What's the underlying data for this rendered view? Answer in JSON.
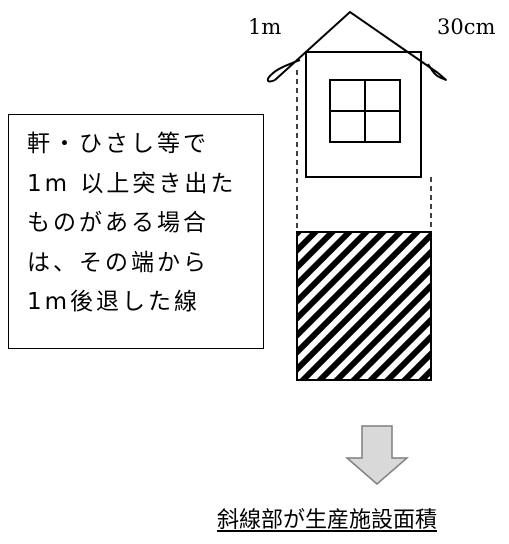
{
  "labels": {
    "left_eave": "1m",
    "right_eave": "30cm"
  },
  "note": {
    "lines": [
      "軒・ひさし等で",
      "1m 以上突き出た",
      "ものがある場合",
      "は、その端から",
      "1m後退した線"
    ]
  },
  "caption": "斜線部が生産施設面積",
  "colors": {
    "stroke": "#000000",
    "arrow_fill": "#d9d9d9",
    "arrow_stroke": "#7f7f7f",
    "background": "#ffffff"
  }
}
